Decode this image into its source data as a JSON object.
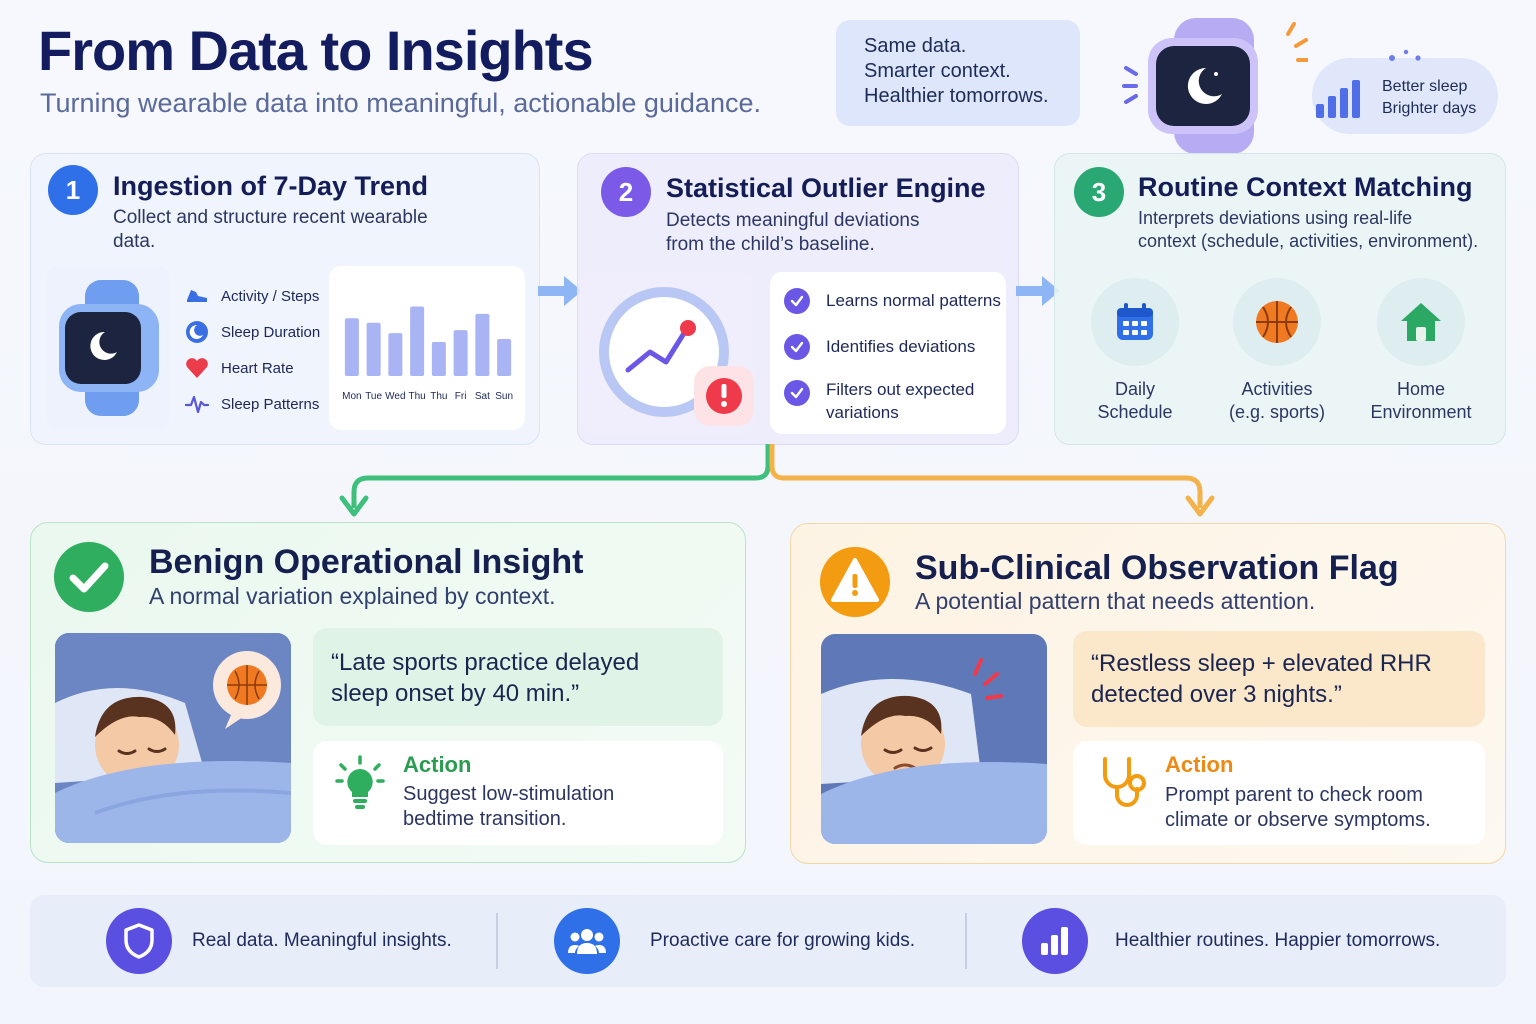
{
  "header": {
    "title": "From Data to Insights",
    "subtitle": "Turning wearable data into meaningful, actionable guidance.",
    "quote_lines": [
      "Same data.",
      "Smarter context.",
      "Healthier tomorrows."
    ],
    "cloud_lines": [
      "Better sleep",
      "Brighter days"
    ]
  },
  "steps": [
    {
      "number": "1",
      "title": "Ingestion of 7-Day Trend",
      "desc_lines": [
        "Collect and structure recent wearable",
        "data."
      ],
      "legend": [
        "Activity / Steps",
        "Sleep Duration",
        "Heart Rate",
        "Sleep Patterns"
      ],
      "chart": {
        "days": [
          "Mon",
          "Tue",
          "Wed",
          "Thu",
          "Thu",
          "Fri",
          "Sat",
          "Sun"
        ],
        "values": [
          0.78,
          0.72,
          0.58,
          0.94,
          0.46,
          0.62,
          0.84,
          0.5
        ]
      }
    },
    {
      "number": "2",
      "title": "Statistical Outlier Engine",
      "desc_lines": [
        "Detects meaningful deviations",
        "from the child’s baseline."
      ],
      "checks": [
        "Learns normal patterns",
        "Identifies deviations",
        "Filters out expected variations"
      ]
    },
    {
      "number": "3",
      "title": "Routine Context Matching",
      "desc_lines": [
        "Interprets deviations using real-life",
        "context (schedule, activities, environment)."
      ],
      "contexts": [
        {
          "icon": "calendar-icon",
          "lines": [
            "Daily",
            "Schedule"
          ]
        },
        {
          "icon": "basketball-icon",
          "lines": [
            "Activities",
            "(e.g. sports)"
          ]
        },
        {
          "icon": "house-icon",
          "lines": [
            "Home",
            "Environment"
          ]
        }
      ]
    }
  ],
  "benign": {
    "title": "Benign Operational Insight",
    "subtitle": "A normal variation explained by context.",
    "quote_lines": [
      "“Late sports practice delayed",
      "sleep onset by 40 min.”"
    ],
    "action_label": "Action",
    "action_lines": [
      "Suggest low-stimulation",
      "bedtime transition."
    ]
  },
  "subclinical": {
    "title": "Sub-Clinical Observation Flag",
    "subtitle": "A potential pattern that needs attention.",
    "quote_lines": [
      "“Restless sleep + elevated RHR",
      "detected over 3 nights.”"
    ],
    "action_label": "Action",
    "action_lines": [
      "Prompt parent to check room",
      "climate or observe symptoms."
    ]
  },
  "footer": [
    {
      "icon": "shield-icon",
      "text": "Real data. Meaningful insights."
    },
    {
      "icon": "people-icon",
      "text": "Proactive care for growing kids."
    },
    {
      "icon": "bar-chart-icon",
      "text": "Healthier routines. Happier tomorrows."
    }
  ],
  "colors": {
    "title": "#121c5e",
    "step1": "#2f6fe8",
    "step2": "#7a5ae6",
    "step3": "#2aa874",
    "benign": "#2eae5e",
    "flag": "#f39c12",
    "bars": "#a9b4f4"
  }
}
